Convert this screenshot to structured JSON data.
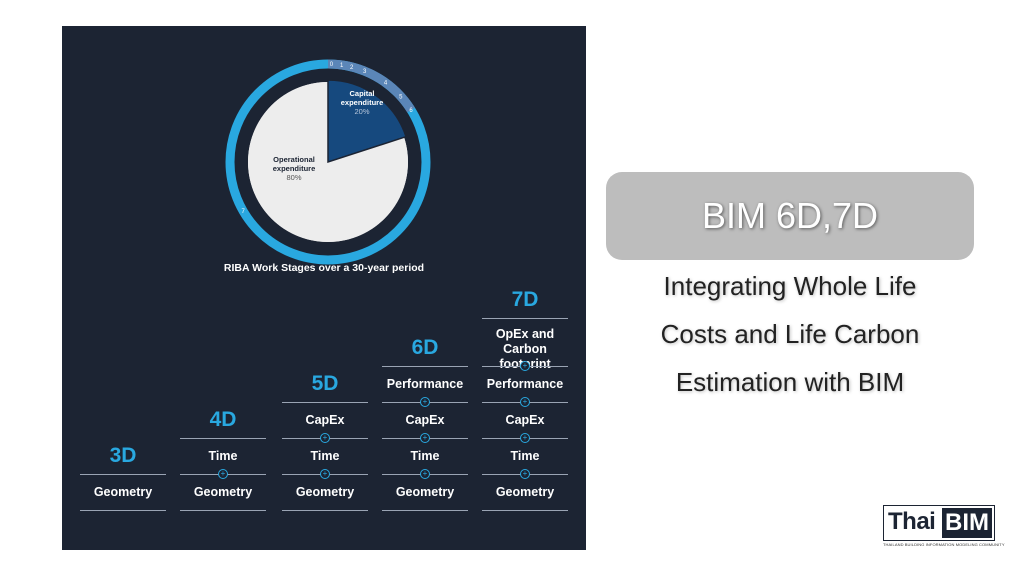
{
  "colors": {
    "panel_bg": "#1c2433",
    "accent_blue": "#29a8e0",
    "capex_blue": "#16497e",
    "opex_white": "#ededed",
    "rule_gray": "#9aa4b4",
    "title_box": "#bdbdbd"
  },
  "riba": {
    "caption": "RIBA Work Stages over a 30-year period",
    "stage_labels": [
      "0",
      "1",
      "2",
      "3",
      "4",
      "5",
      "6",
      "7"
    ],
    "slices": [
      {
        "name": "Capital expenditure",
        "lines": [
          "Capital",
          "expenditure"
        ],
        "value_label": "20%",
        "fraction": 0.2
      },
      {
        "name": "Operational expenditure",
        "lines": [
          "Operational",
          "expenditure"
        ],
        "value_label": "80%",
        "fraction": 0.8
      }
    ]
  },
  "columns": [
    {
      "dim": "3D",
      "items": [
        "Geometry"
      ]
    },
    {
      "dim": "4D",
      "items": [
        "Time",
        "Geometry"
      ]
    },
    {
      "dim": "5D",
      "items": [
        "CapEx",
        "Time",
        "Geometry"
      ]
    },
    {
      "dim": "6D",
      "items": [
        "Performance",
        "CapEx",
        "Time",
        "Geometry"
      ]
    },
    {
      "dim": "7D",
      "items": [
        "OpEx and Carbon footprint",
        "Performance",
        "CapEx",
        "Time",
        "Geometry"
      ]
    }
  ],
  "title": "BIM 6D,7D",
  "subtitle_lines": [
    "Integrating Whole Life",
    "Costs and Life Carbon",
    "Estimation with BIM"
  ],
  "logo": {
    "thai": "Thai",
    "bim": "BIM",
    "tagline": "THAILAND BUILDING INFORMATION MODELING COMMUNITY"
  }
}
